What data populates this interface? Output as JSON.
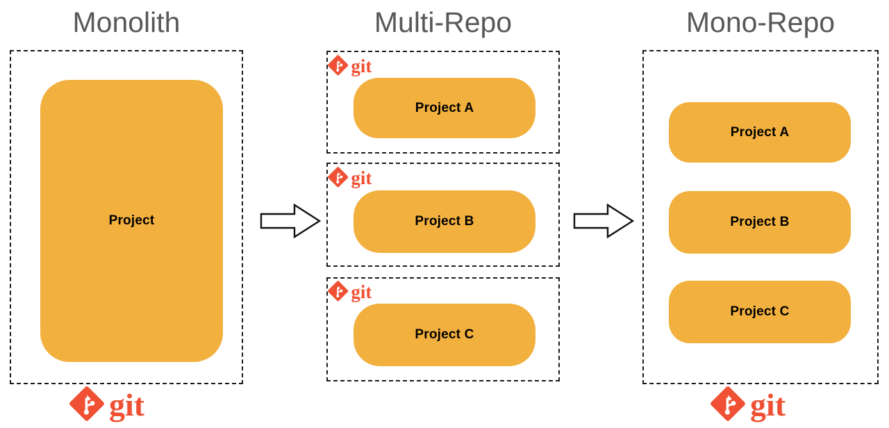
{
  "diagram": {
    "title_color": "#585858",
    "card_color": "#F2B03E",
    "git_color": "#F05033",
    "box_border_color": "#1a1a1a",
    "columns": [
      {
        "id": "monolith",
        "title": "Monolith",
        "cards": [
          {
            "label": "Project"
          }
        ],
        "git_badges": [
          {
            "label": "git",
            "position": "below-box",
            "size": "large"
          }
        ]
      },
      {
        "id": "multi-repo",
        "title": "Multi-Repo",
        "cards": [
          {
            "label": "Project A"
          },
          {
            "label": "Project B"
          },
          {
            "label": "Project C"
          }
        ],
        "git_badges": [
          {
            "label": "git",
            "position": "box-a-top-left",
            "size": "small"
          },
          {
            "label": "git",
            "position": "box-b-top-left",
            "size": "small"
          },
          {
            "label": "git",
            "position": "box-c-top-left",
            "size": "small"
          }
        ]
      },
      {
        "id": "mono-repo",
        "title": "Mono-Repo",
        "cards": [
          {
            "label": "Project A"
          },
          {
            "label": "Project B"
          },
          {
            "label": "Project C"
          }
        ],
        "git_badges": [
          {
            "label": "git",
            "position": "below-box",
            "size": "large"
          }
        ]
      }
    ],
    "arrows": [
      {
        "id": "arrow-monolith-to-multirepo",
        "direction": "right"
      },
      {
        "id": "arrow-multirepo-to-monorepo",
        "direction": "right"
      }
    ]
  }
}
